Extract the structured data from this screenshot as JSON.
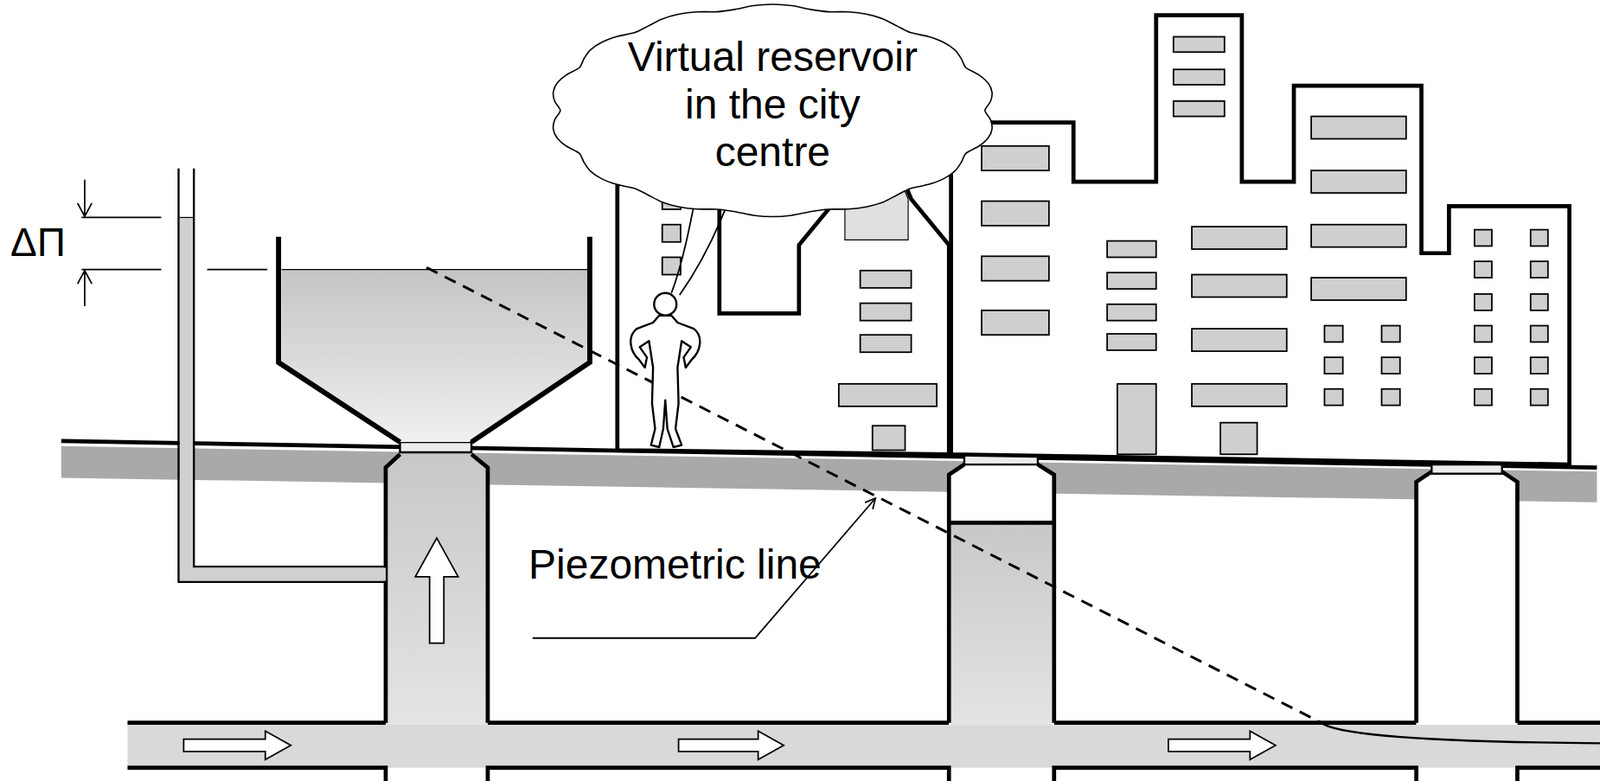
{
  "diagram": {
    "nodes": [
      {
        "text": [
          "Virtual reservoir in the city centre"
        ]
      }
    ],
    "labels": [
      "ΔΠ",
      "Piezometric line"
    ]
  }
}
